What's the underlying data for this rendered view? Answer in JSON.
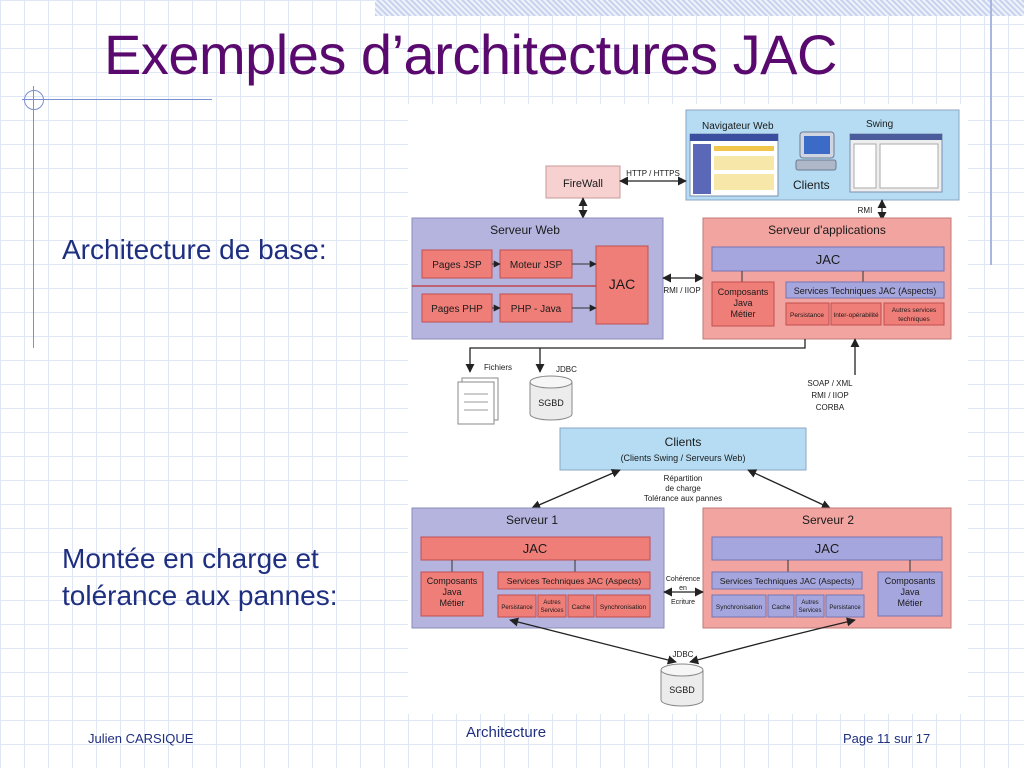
{
  "slide": {
    "title": "Exemples d’architectures JAC",
    "label_base": "Architecture de base:",
    "label_scaling_line1": "Montée en charge et",
    "label_scaling_line2": "tolérance aux pannes:"
  },
  "footer": {
    "author": "Julien CARSIQUE",
    "section": "Architecture",
    "page": "Page 11 sur 17"
  },
  "diagram1": {
    "navigateur": "Navigateur Web",
    "swing": "Swing",
    "clients": "Clients",
    "http": "HTTP / HTTPS",
    "firewall": "FireWall",
    "rmi": "RMI",
    "serveur_web": "Serveur Web",
    "pages_jsp": "Pages JSP",
    "moteur_jsp": "Moteur JSP",
    "pages_php": "Pages PHP",
    "php_java": "PHP - Java",
    "jac": "JAC",
    "rmi_iiop": "RMI / IIOP",
    "serveur_app": "Serveur d'applications",
    "composants_1": "Composants",
    "composants_2": "Java",
    "composants_3": "Métier",
    "services": "Services Techniques JAC (Aspects)",
    "persistance": "Persistance",
    "interop": "Inter-opérabilité",
    "autres_1": "Autres services",
    "autres_2": "techniques",
    "fichiers": "Fichiers",
    "jdbc": "JDBC",
    "sgbd": "SGBD",
    "soap_1": "SOAP / XML",
    "soap_2": "RMI / IIOP",
    "soap_3": "CORBA"
  },
  "diagram2": {
    "clients": "Clients",
    "clients_sub": "(Clients Swing / Serveurs Web)",
    "repartition_1": "Répartition",
    "repartition_2": "de charge",
    "repartition_3": "Tolérance aux pannes",
    "serveur1": "Serveur 1",
    "serveur2": "Serveur 2",
    "jac": "JAC",
    "composants_1": "Composants",
    "composants_2": "Java",
    "composants_3": "Métier",
    "services": "Services Techniques JAC (Aspects)",
    "persistance": "Persistance",
    "autres_1": "Autres",
    "autres_2": "Services",
    "cache": "Cache",
    "synchro": "Synchronisation",
    "coherence_1": "Cohérence",
    "coherence_2": "en",
    "coherence_3": "Ecriture",
    "jdbc": "JDBC",
    "sgbd": "SGBD"
  },
  "colors": {
    "title": "#5a0a6e",
    "body_text": "#1f2f80",
    "web_server": "#b4b4df",
    "app_server": "#f2a4a0",
    "inner_red": "#f07e78",
    "inner_blue": "#a6a6de",
    "clients_blue": "#b5dcf3",
    "firewall": "#f7d0d0"
  }
}
